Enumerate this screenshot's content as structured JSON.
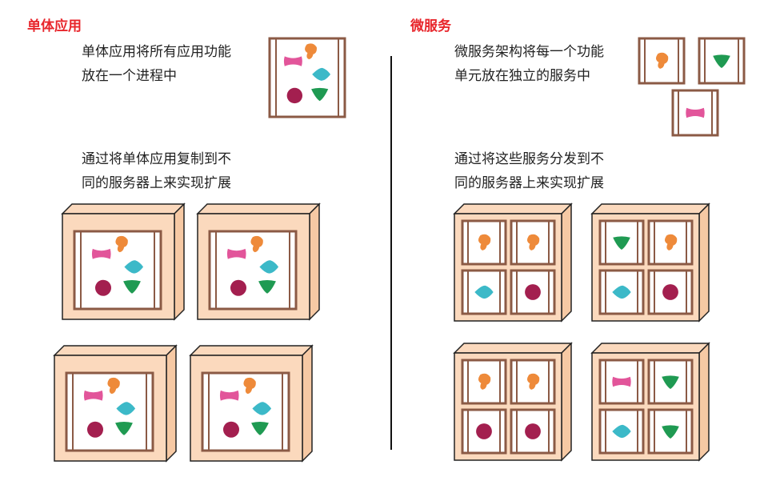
{
  "left": {
    "title": "单体应用",
    "desc": [
      "单体应用将所有应用功能",
      "放在一个进程中"
    ],
    "scale": [
      "通过将单体应用复制到不",
      "同的服务器上来实现扩展"
    ]
  },
  "right": {
    "title": "微服务",
    "desc": [
      "微服务架构将每一个功能",
      "单元放在独立的服务中"
    ],
    "scale": [
      "通过将这些服务分发到不",
      "同的服务器上来实现扩展"
    ]
  },
  "colors": {
    "box_face": "#fbd9bd",
    "box_side": "#f6c9a4",
    "frame": "#8b5a45",
    "pink": "#e2559a",
    "orange": "#ee8a3a",
    "teal": "#3cb9c8",
    "crimson": "#a31f4f",
    "green": "#1f9a52"
  },
  "icons": [
    "pink-bow-icon",
    "orange-blob-icon",
    "teal-diamond-icon",
    "crimson-circle-icon",
    "green-triangle-icon"
  ]
}
